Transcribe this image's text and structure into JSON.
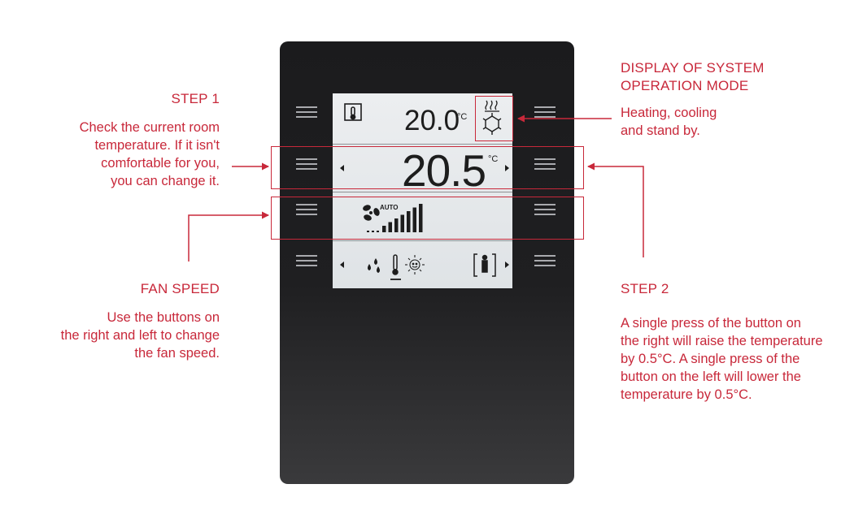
{
  "annotations": {
    "step1": {
      "heading": "STEP 1",
      "lines": [
        "Check the current room",
        "temperature. If it isn't",
        "comfortable for you,",
        "you can change it."
      ]
    },
    "fan_speed": {
      "heading": "FAN SPEED",
      "lines": [
        "Use the buttons on",
        "the right and left to change",
        "the fan speed."
      ]
    },
    "system_mode": {
      "heading_lines": [
        "DISPLAY OF SYSTEM",
        "OPERATION MODE"
      ],
      "lines": [
        "Heating, cooling",
        "and stand by."
      ]
    },
    "step2": {
      "heading": "STEP 2",
      "lines": [
        "A single press of the button on",
        "the right will raise the temperature",
        "by 0.5°C. A single press of the",
        "button on the left will lower the",
        "temperature by 0.5°C."
      ]
    }
  },
  "display": {
    "current_temp": "20.0",
    "current_unit": "°C",
    "setpoint_temp": "20.5",
    "setpoint_unit": "°C",
    "fan_mode": "AUTO",
    "fan_speed_level": 7,
    "fan_speed_max": 7
  },
  "colors": {
    "accent": "#c8283a",
    "device": "#1f1f21",
    "screen": "#e6e9ec"
  },
  "icons": [
    "thermometer-icon",
    "heating-icon",
    "cooling-icon",
    "fan-icon",
    "humidity-drops-icon",
    "sun-icon",
    "occupancy-icon",
    "arrow-left-icon",
    "arrow-right-icon"
  ]
}
